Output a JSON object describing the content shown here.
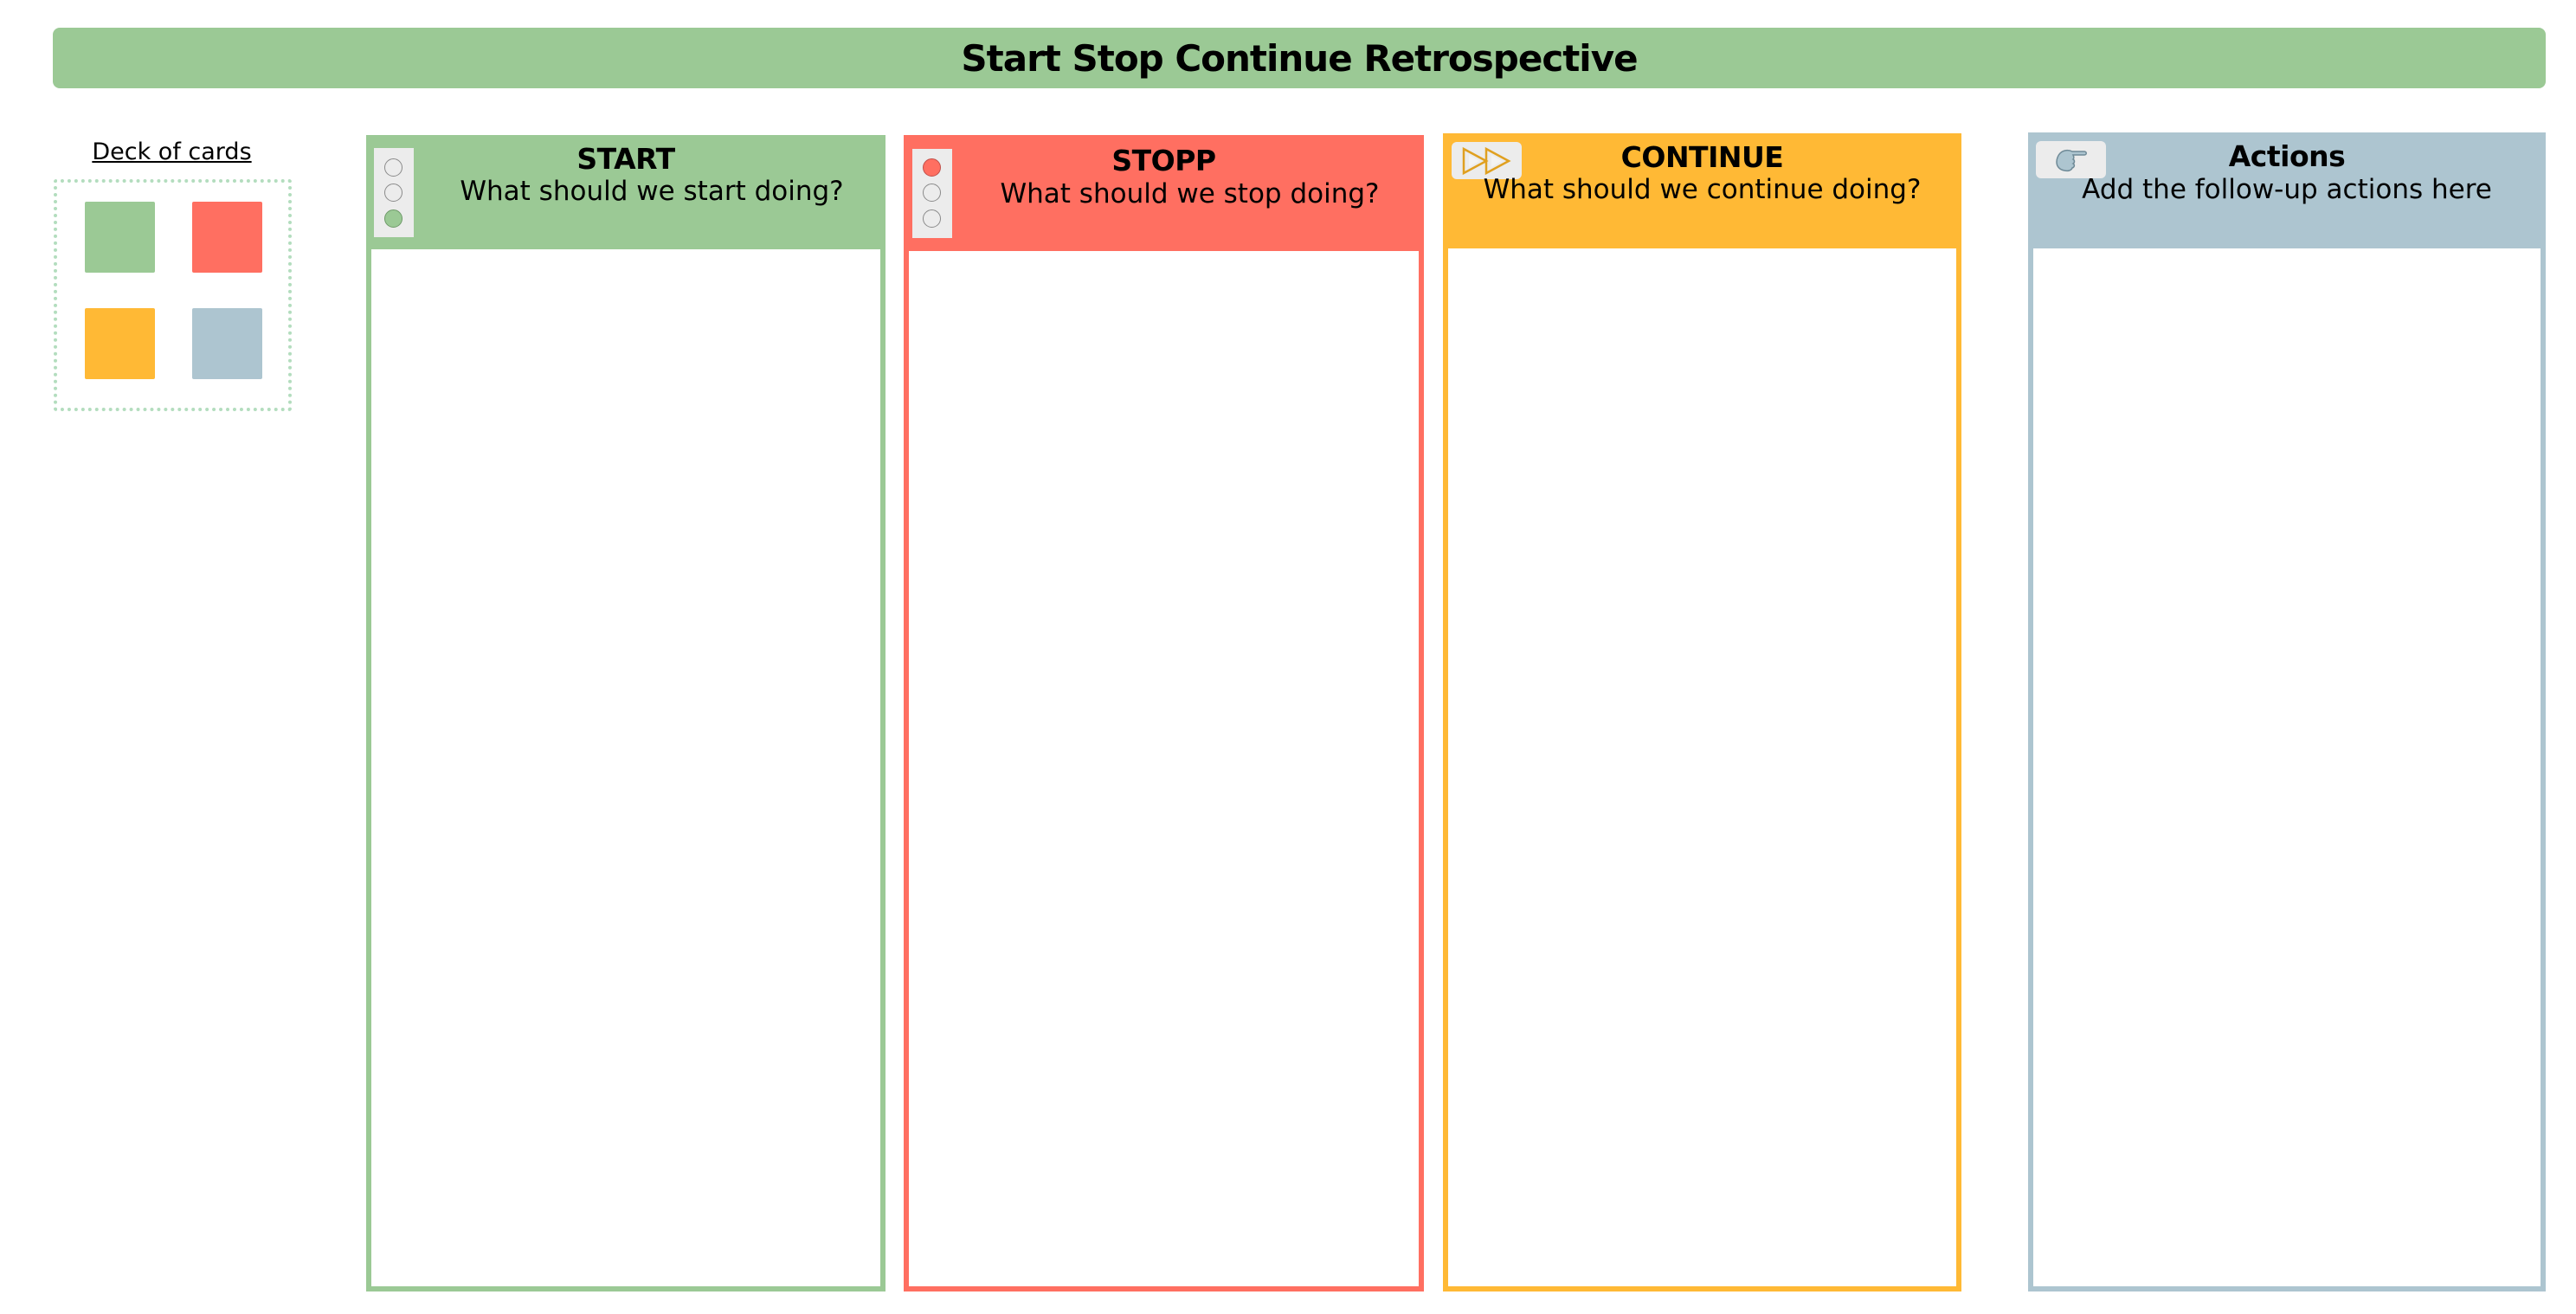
{
  "banner": {
    "title": "Start Stop Continue Retrospective",
    "color": "#9bc995"
  },
  "deck": {
    "label": "Deck of cards",
    "border_color": "#b3ddbe",
    "cards": [
      {
        "name": "green-card",
        "color": "#9bc995"
      },
      {
        "name": "red-card",
        "color": "#ff6f61"
      },
      {
        "name": "yellow-card",
        "color": "#ffb935"
      },
      {
        "name": "blue-card",
        "color": "#adc5d0"
      }
    ]
  },
  "columns": [
    {
      "key": "start",
      "title": "START",
      "subtitle": "What should we start doing?",
      "color": "#9bc995",
      "icon": "traffic-light-green-icon",
      "lit": 2
    },
    {
      "key": "stop",
      "title": "STOPP",
      "subtitle": "What should we stop doing?",
      "color": "#ff6f61",
      "icon": "traffic-light-red-icon",
      "lit": 0
    },
    {
      "key": "continue",
      "title": "CONTINUE",
      "subtitle": "What should we continue doing?",
      "color": "#ffb935",
      "icon": "fast-forward-icon"
    },
    {
      "key": "actions",
      "title": "Actions",
      "subtitle": "Add the follow-up actions here",
      "color": "#adc5d0",
      "icon": "pointing-hand-icon"
    }
  ]
}
